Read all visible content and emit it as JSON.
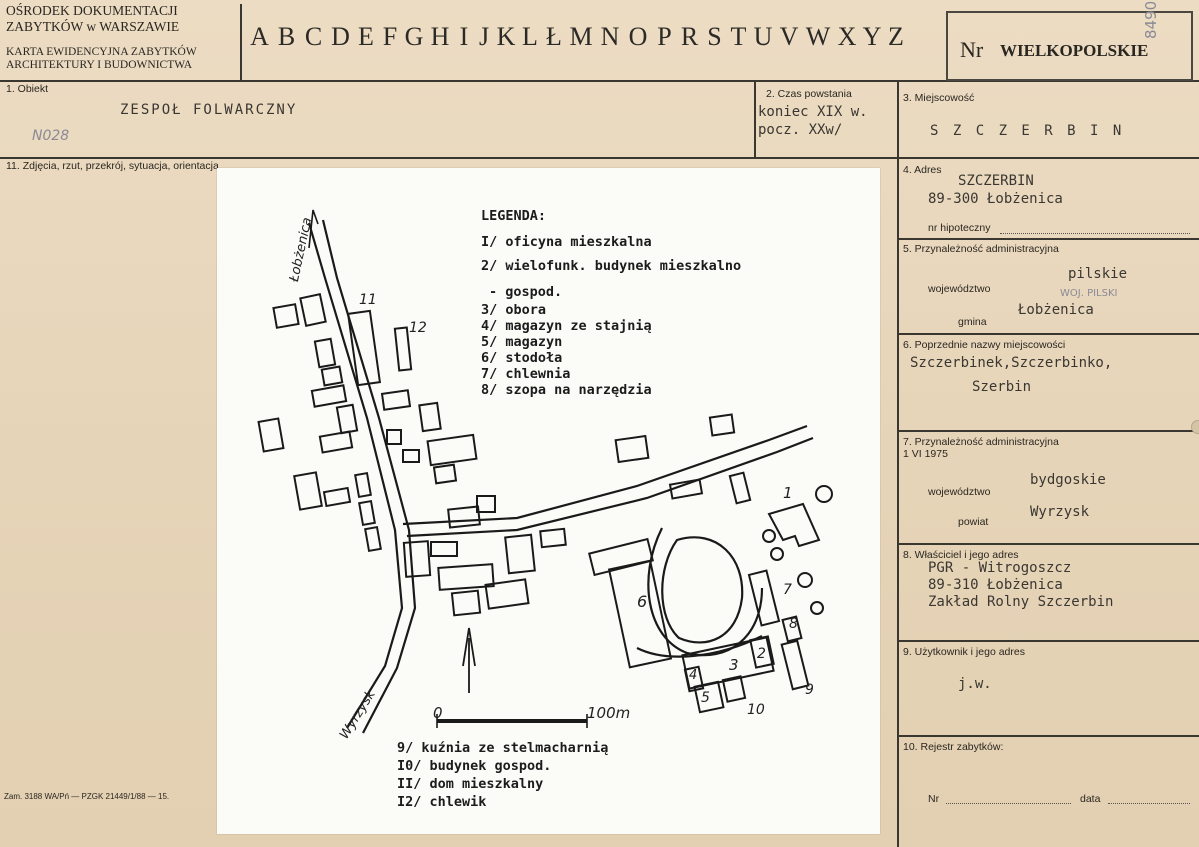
{
  "header": {
    "institution_line1": "OŚRODEK DOKUMENTACJI",
    "institution_line2": "ZABYTKÓW w WARSZAWIE",
    "card_line1": "KARTA EWIDENCYJNA ZABYTKÓW",
    "card_line2": "ARCHITEKTURY I BUDOWNICTWA",
    "letters": [
      "A",
      "B",
      "C",
      "D",
      "E",
      "F",
      "G",
      "H",
      "I",
      "J",
      "K",
      "L",
      "Ł",
      "M",
      "N",
      "O",
      "P",
      "R",
      "S",
      "T",
      "U",
      "V",
      "W",
      "X",
      "Y",
      "Z"
    ],
    "nr_label": "Nr",
    "nr_value": "WIELKOPOLSKIE",
    "pencil_number": "8490"
  },
  "fields": {
    "obiekt_label": "1. Obiekt",
    "obiekt_value": "ZESPOŁ FOLWARCZNY",
    "obiekt_pencil": "N028",
    "czas_label": "2. Czas powstania",
    "czas_line1": "koniec XIX w.",
    "czas_line2": "pocz. XXw/",
    "miejscowosc_label": "3. Miejscowość",
    "miejscowosc_value": "S Z C Z E R B I N",
    "adres_label": "4. Adres",
    "adres_line1": "SZCZERBIN",
    "adres_line2": "89-300 Łobżenica",
    "hipoteczny_label": "nr hipoteczny",
    "przyn_label": "5. Przynależność administracyjna",
    "woj_label": "województwo",
    "woj_value": "pilskie",
    "woj_pencil": "WOJ. PILSKI",
    "gmina_label": "gmina",
    "gmina_value": "Łobżenica",
    "poprz_label": "6. Poprzednie nazwy miejscowości",
    "poprz_line1": "Szczerbinek,Szczerbinko,",
    "poprz_line2": "Szerbin",
    "przyn75_label1": "7. Przynależność administracyjna",
    "przyn75_label2": "1 VI 1975",
    "woj75_label": "województwo",
    "woj75_value": "bydgoskie",
    "powiat_label": "powiat",
    "powiat_value": "Wyrzysk",
    "wlasciciel_label": "8. Właściciel i jego adres",
    "wlasciciel_line1": "PGR - Witrogoszcz",
    "wlasciciel_line2": "89-310 Łobżenica",
    "wlasciciel_line3": "Zakład Rolny Szczerbin",
    "uzytkownik_label": "9. Użytkownik i jego adres",
    "uzytkownik_value": "j.w.",
    "rejestr_label": "10. Rejestr zabytków:",
    "nr_label": "Nr",
    "data_label": "data",
    "zdjecia_label": "11. Zdjęcia, rzut, przekrój, sytuacja, orientacja",
    "footer_print": "Zam. 3188 WA/Pń — PZGK 21449/1/88 — 15."
  },
  "map": {
    "legend_title": "LEGENDA:",
    "legend": [
      "I/ oficyna mieszkalna",
      "2/ wielofunk. budynek mieszkalno",
      "- gospod.",
      "3/ obora",
      "4/ magazyn ze stajnią",
      "5/ magazyn",
      "6/ stodoła",
      "7/ chlewnia",
      "8/ szopa na narzędzia"
    ],
    "legend_bottom": [
      "9/ kuźnia ze stelmacharnią",
      "I0/ budynek gospod.",
      "II/ dom mieszkalny",
      "I2/ chlewik"
    ],
    "road_north": "Łobżenica",
    "road_south": "Wyrzysk",
    "scale_start": "0",
    "scale_end": "100m",
    "labels": [
      "1",
      "2",
      "3",
      "4",
      "5",
      "6",
      "7",
      "8",
      "9",
      "10",
      "11",
      "12"
    ]
  }
}
